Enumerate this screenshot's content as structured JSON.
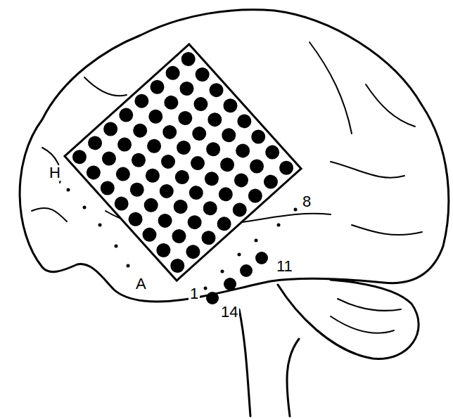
{
  "diagram": {
    "labels": [
      "H",
      "A",
      "1",
      "8",
      "11",
      "14"
    ]
  }
}
